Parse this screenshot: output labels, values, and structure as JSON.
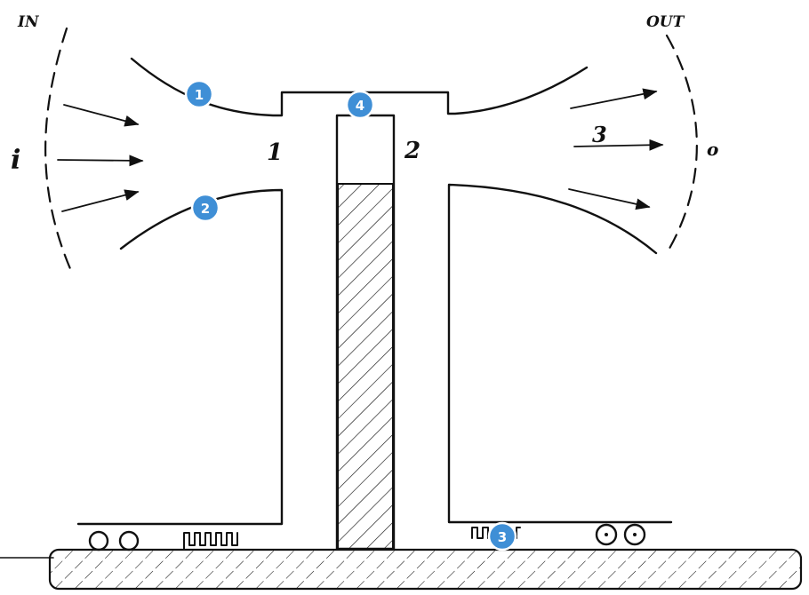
{
  "labels": {
    "in": "IN",
    "out": "OUT",
    "inlet": "i",
    "outlet": "o",
    "section_1": "1",
    "section_2": "2",
    "section_3": "3"
  },
  "callouts": [
    {
      "number": "1"
    },
    {
      "number": "2"
    },
    {
      "number": "3"
    },
    {
      "number": "4"
    }
  ],
  "colors": {
    "ink": "#111111",
    "callout": "#3f8fd6",
    "background": "#ffffff"
  }
}
